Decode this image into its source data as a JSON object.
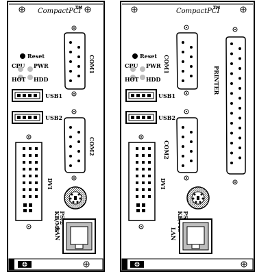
{
  "brand": {
    "name": "CompactPCI",
    "trademark": "TM"
  },
  "left_panel": {
    "reset": "Reset",
    "led_cpu": "CPU",
    "led_pwr": "PWR",
    "led_hot": "HOT",
    "led_hdd": "HDD",
    "com1": "COM1",
    "usb1": "USB1",
    "usb2": "USB2",
    "com2": "COM2",
    "dvi": "DVI",
    "ps2": "PS/2",
    "kbms": "KB/MS",
    "lan": "LAN"
  },
  "right_panel": {
    "reset": "Reset",
    "led_cpu": "CPU",
    "led_pwr": "PWR",
    "led_hot": "HOT",
    "led_hdd": "HDD",
    "com1": "COM1",
    "usb1": "USB1",
    "usb2": "USB2",
    "com2": "COM2",
    "printer": "PRINTER",
    "dvi": "DVI",
    "ps2": "PS/2",
    "kbms": "KB/MS",
    "lan": "LAN"
  }
}
